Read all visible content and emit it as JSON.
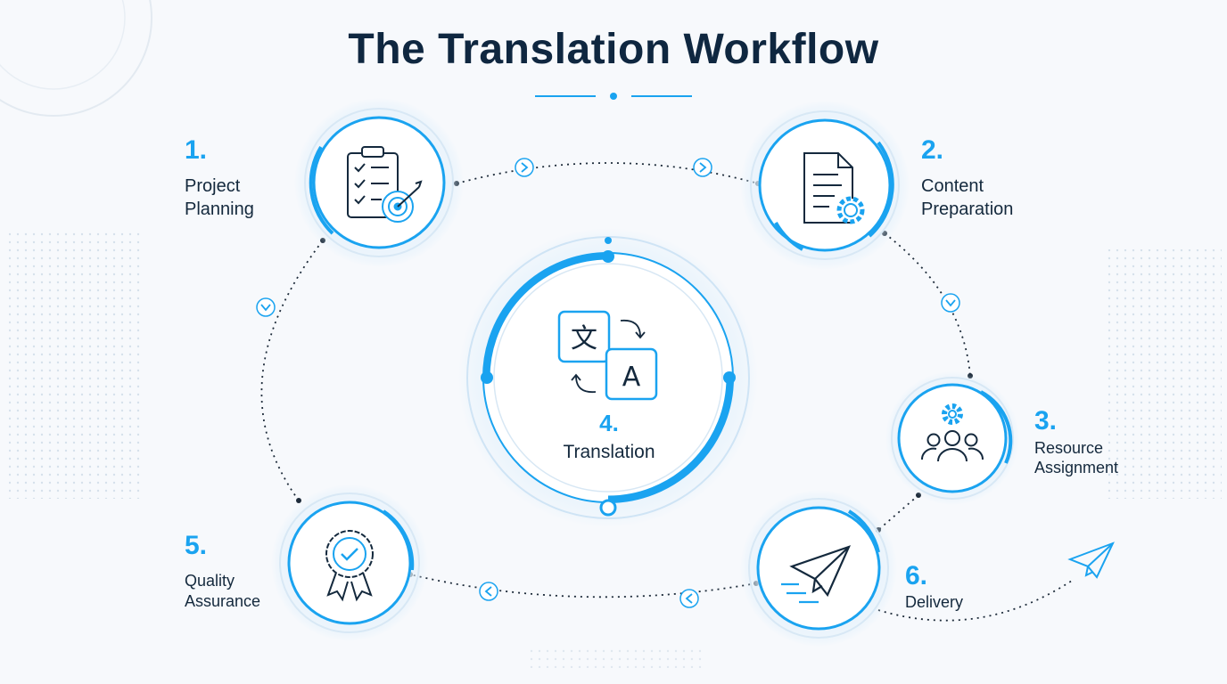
{
  "title": "The Translation Workflow",
  "accent_color": "#1aa3f0",
  "text_color": "#14293d",
  "center": {
    "number": "4.",
    "label": "Translation",
    "icon": "translate-icon"
  },
  "steps": [
    {
      "number": "1.",
      "line1": "Project",
      "line2": "Planning",
      "icon": "clipboard-target-icon"
    },
    {
      "number": "2.",
      "line1": "Content",
      "line2": "Preparation",
      "icon": "document-gear-icon"
    },
    {
      "number": "3.",
      "line1": "Resource",
      "line2": "Assignment",
      "icon": "team-gear-icon"
    },
    {
      "number": "5.",
      "line1": "Quality",
      "line2": "Assurance",
      "icon": "award-badge-icon"
    },
    {
      "number": "6.",
      "line1": "Delivery",
      "line2": "",
      "icon": "paper-plane-icon"
    }
  ]
}
